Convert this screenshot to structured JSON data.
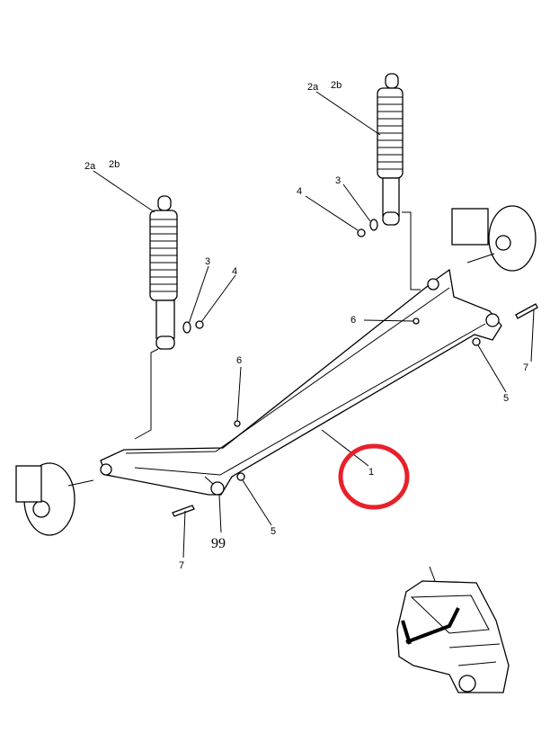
{
  "diagram": {
    "title": "Rear axle beam exploded view",
    "callouts": {
      "right_shock_2a": "2a",
      "right_shock_2b": "2b",
      "left_shock_2a": "2a",
      "left_shock_2b": "2b",
      "right_washer_3": "3",
      "right_nut_4": "4",
      "left_washer_3": "3",
      "left_nut_4": "4",
      "right_nut_6": "6",
      "left_nut_6": "6",
      "right_bolt_7": "7",
      "right_nut_5": "5",
      "beam_1": "1",
      "left_nut_5": "5",
      "bushing_99": "99",
      "left_bolt_7": "7"
    },
    "highlight_color": "#e8202a"
  }
}
